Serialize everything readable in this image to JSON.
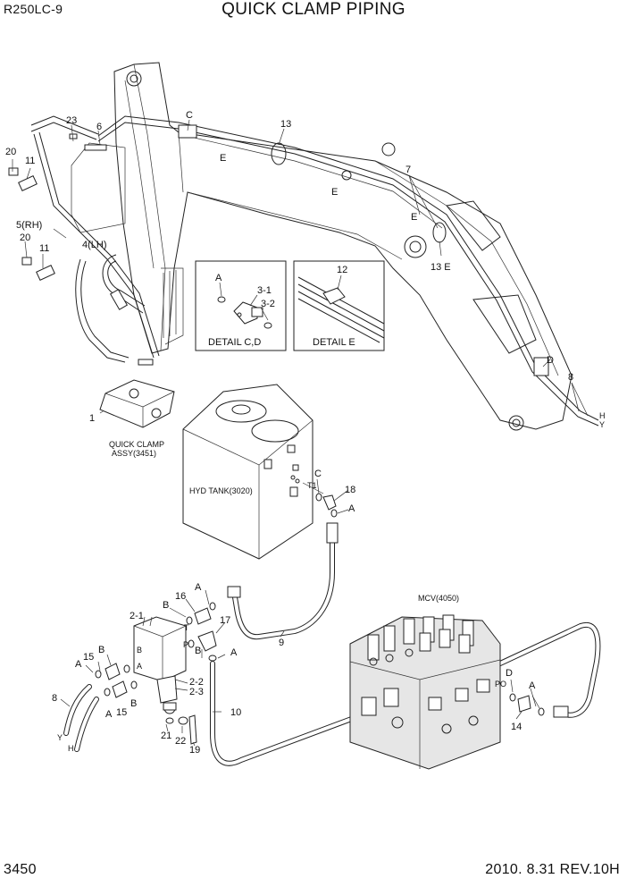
{
  "header": {
    "model": "R250LC-9",
    "title": "QUICK CLAMP PIPING"
  },
  "footer": {
    "page_number": "3450",
    "revision": "2010. 8.31  REV.10H"
  },
  "callouts": {
    "p23": "23",
    "p6": "6",
    "pC_top": "C",
    "p13": "13",
    "p20a": "20",
    "p11a": "11",
    "pE1": "E",
    "pE2": "E",
    "pE3": "E",
    "p7": "7",
    "p5rh": "5(RH)",
    "p20b": "20",
    "p4lh": "4(LH)",
    "p11b": "11",
    "p13e": "13 E",
    "pD_top": "D",
    "p8_top": "8",
    "pH_top": "H",
    "pY_top": "Y",
    "p1": "1",
    "p18": "18",
    "pA_tank": "A",
    "pC_tank": "C",
    "t1": "T1",
    "p16": "16",
    "pA16": "A",
    "pB16": "B",
    "p2_1": "2-1",
    "p17": "17",
    "pB17": "B",
    "pA17": "A",
    "p9": "9",
    "p15a": "15",
    "pB15a": "B",
    "pA15a": "A",
    "p8_bot": "8",
    "pA_bot": "A",
    "p15b": "15",
    "pB_bot": "B",
    "p2_2": "2-2",
    "p2_3": "2-3",
    "p10": "10",
    "p21": "21",
    "p22": "22",
    "p19": "19",
    "pY_bot": "Y",
    "pH_bot": "H",
    "pD_mcv": "D",
    "pPO": "PO",
    "p14": "14",
    "pA_mcv": "A",
    "portB": "B",
    "portA": "A",
    "portP": "P",
    "portT": "T"
  },
  "labels": {
    "detail_cd": "DETAIL  C,D",
    "detail_e": "DETAIL  E",
    "detail_a": "A",
    "detail_31": "3-1",
    "detail_32": "3-2",
    "detail_12": "12",
    "quick_clamp_1": "QUICK CLAMP",
    "quick_clamp_2": "ASSY(3451)",
    "hyd_tank": "HYD TANK(3020)",
    "mcv": "MCV(4050)"
  }
}
